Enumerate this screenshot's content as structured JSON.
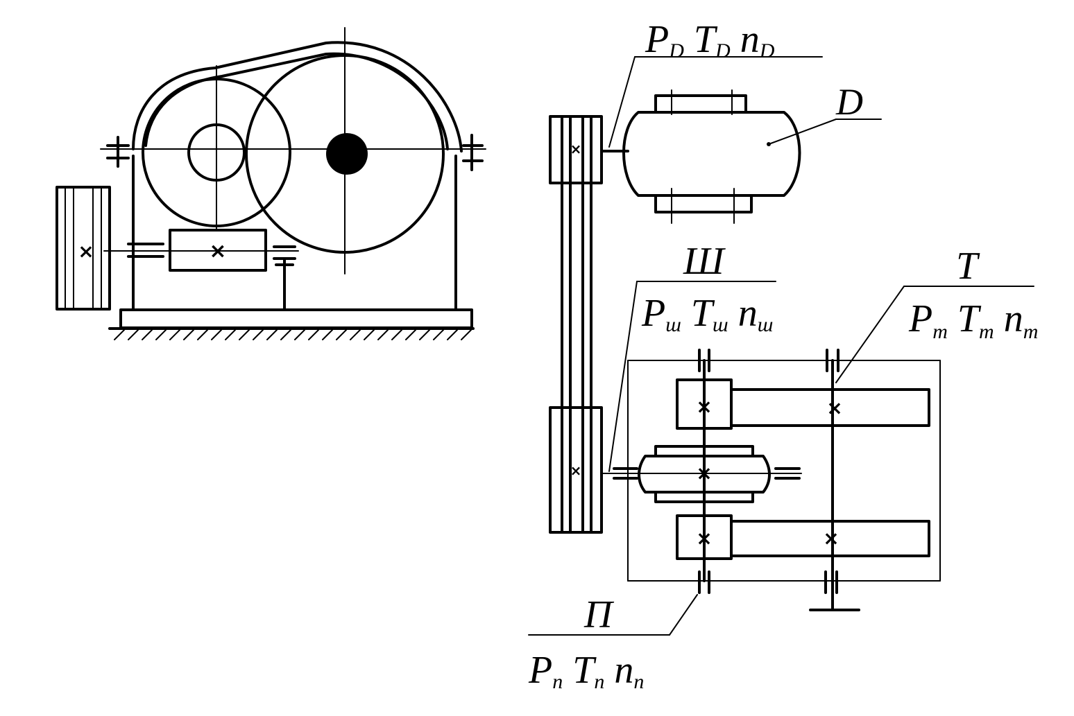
{
  "labels": {
    "motor": {
      "name": "D",
      "params": [
        "P",
        "T",
        "n"
      ],
      "subscript": "D"
    },
    "shaft": {
      "name": "Ш",
      "params": [
        "P",
        "T",
        "n"
      ],
      "subscript": "ш"
    },
    "drum": {
      "name": "T",
      "params": [
        "P",
        "T",
        "n"
      ],
      "subscript": "т"
    },
    "intermediate": {
      "name": "П",
      "params": [
        "P",
        "T",
        "n"
      ],
      "subscript": "п"
    }
  }
}
